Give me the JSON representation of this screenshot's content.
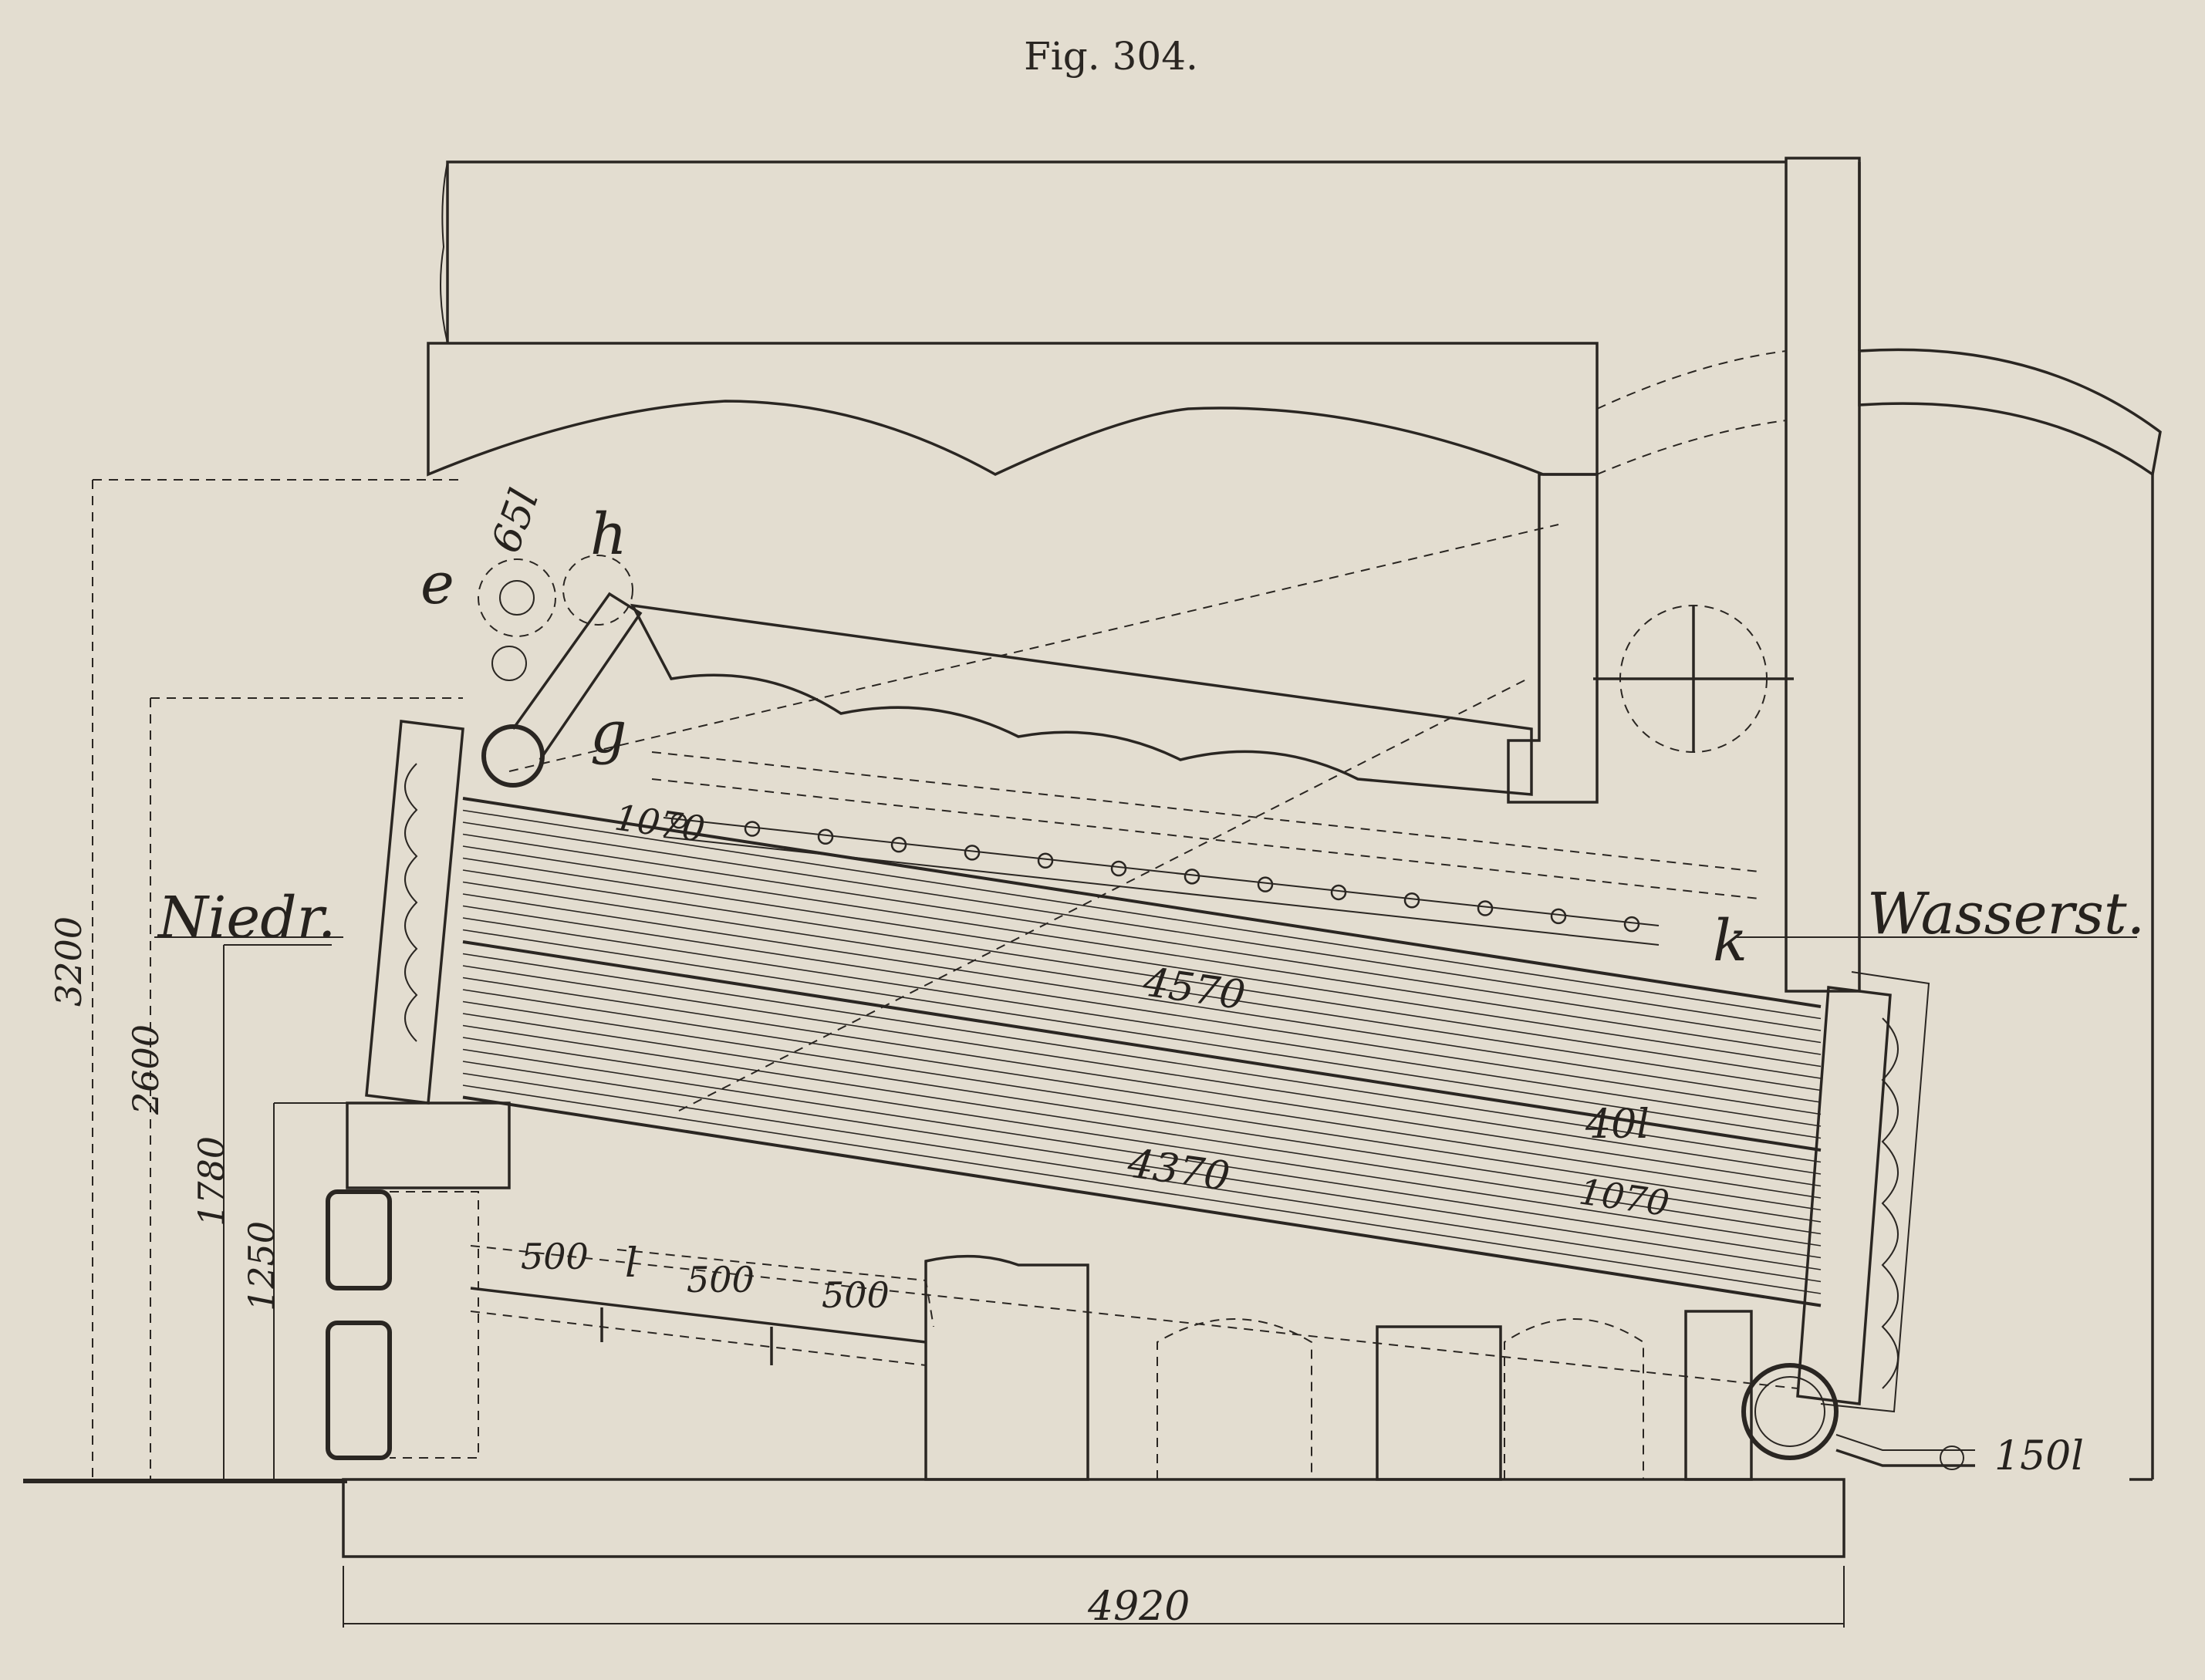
{
  "figure": {
    "caption": "Fig. 304.",
    "labels": {
      "low_water": "Niedr.",
      "water_level": "Wasserst.",
      "pipe_top": "65l",
      "pipe_side": "40l",
      "pipe_outlet": "150l",
      "letter_e": "e",
      "letter_h": "h",
      "letter_g": "g",
      "letter_k": "k",
      "letter_l": "l"
    },
    "dimensions": {
      "height_total": "3200",
      "height_2": "2600",
      "height_3": "1780",
      "height_4": "1250",
      "width_total": "4920",
      "tube_length_upper": "4570",
      "tube_length_lower": "4370",
      "header_upper": "1070",
      "header_lower": "1070",
      "grate_1": "500",
      "grate_2": "500",
      "grate_3": "500"
    }
  }
}
